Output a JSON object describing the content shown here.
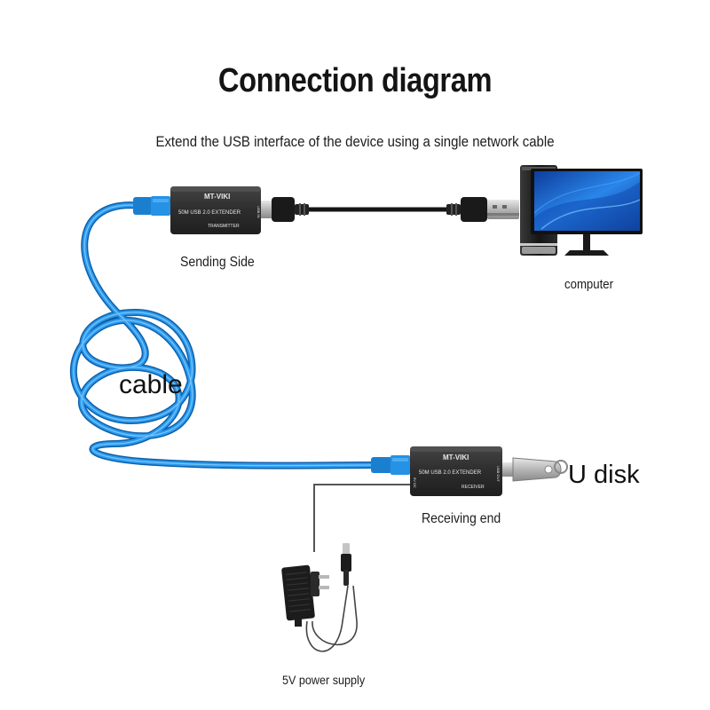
{
  "title": "Connection diagram",
  "subtitle": "Extend the USB interface of the device using a single network cable",
  "labels": {
    "sending_side": "Sending Side",
    "computer": "computer",
    "cable": "cable",
    "u_disk": "U disk",
    "receiving_end": "Receiving end",
    "power_supply": "5V power supply"
  },
  "transmitter": {
    "brand": "MT-VIKI",
    "model": "50M USB 2.0 EXTENDER",
    "role": "TRANSMITTER",
    "port": "USB IN"
  },
  "receiver": {
    "brand": "MT-VIKI",
    "model": "50M USB 2.0 EXTENDER",
    "role": "RECEIVER",
    "port_left": "5V DC",
    "port_right": "USB OUT"
  },
  "colors": {
    "network_cable": "#1e8fe0",
    "usb_cable": "#1a1a1a",
    "extender_body": "#2e2e2e",
    "monitor_screen": "#1f6fd6",
    "text": "#1c1c1c"
  },
  "icons": [
    "transmitter-box-icon",
    "receiver-box-icon",
    "computer-tower-icon",
    "monitor-icon",
    "usb-plug-icon",
    "usb-flash-drive-icon",
    "power-adapter-icon",
    "network-cable-icon"
  ]
}
